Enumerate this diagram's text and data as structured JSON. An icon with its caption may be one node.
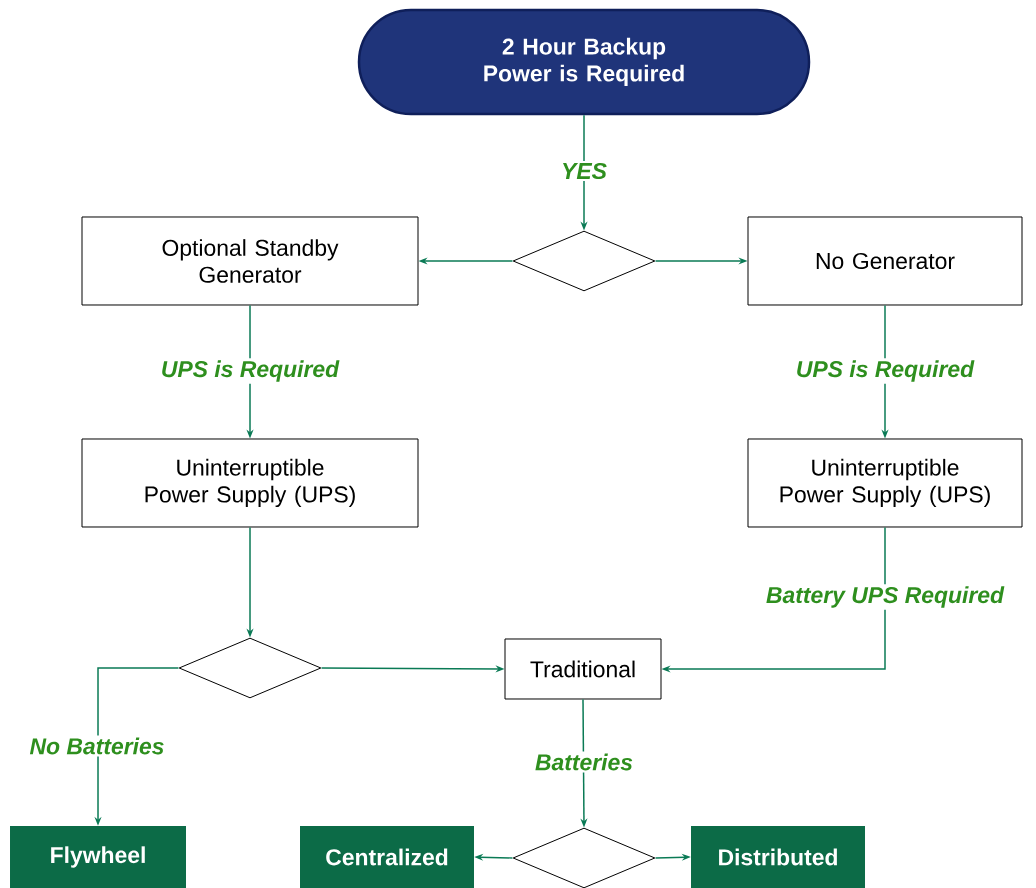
{
  "diagram": {
    "nodes": [
      {
        "text": [
          "2 Hour Backup Power is Required"
        ]
      },
      {
        "text": [],
        "shape": "diamond"
      },
      {
        "text": [
          "Optional Standby Generator"
        ]
      },
      {
        "text": [
          "No Generator"
        ]
      },
      {
        "text": [
          "Uninterruptible Power Supply (UPS)"
        ]
      },
      {
        "text": [
          "Uninterruptible Power Supply (UPS)"
        ]
      },
      {
        "text": [],
        "shape": "diamond"
      },
      {
        "text": [
          "Traditional"
        ]
      },
      {
        "text": [
          "Flywheel"
        ]
      },
      {
        "text": [],
        "shape": "diamond"
      },
      {
        "text": [
          "Centralized"
        ]
      },
      {
        "text": [
          "Distributed"
        ]
      }
    ],
    "edges": [
      {
        "from": 0,
        "to": 1,
        "arrow": "to",
        "label": "YES"
      },
      {
        "from": 1,
        "to": 2,
        "arrow": "to"
      },
      {
        "from": 1,
        "to": 3,
        "arrow": "to"
      },
      {
        "from": 2,
        "to": 4,
        "arrow": "to",
        "label": "UPS is Required"
      },
      {
        "from": 3,
        "to": 5,
        "arrow": "to",
        "label": "UPS is Required"
      },
      {
        "from": 4,
        "to": 6,
        "arrow": "to"
      },
      {
        "from": 6,
        "to": 8,
        "arrow": "to",
        "label": "No Batteries"
      },
      {
        "from": 6,
        "to": 7,
        "arrow": "to"
      },
      {
        "from": 5,
        "to": 7,
        "arrow": "to",
        "label": "Battery UPS Required"
      },
      {
        "from": 7,
        "to": 9,
        "arrow": "to",
        "label": "Batteries"
      },
      {
        "from": 9,
        "to": 10,
        "arrow": "to"
      },
      {
        "from": 9,
        "to": 11,
        "arrow": "to"
      }
    ]
  }
}
